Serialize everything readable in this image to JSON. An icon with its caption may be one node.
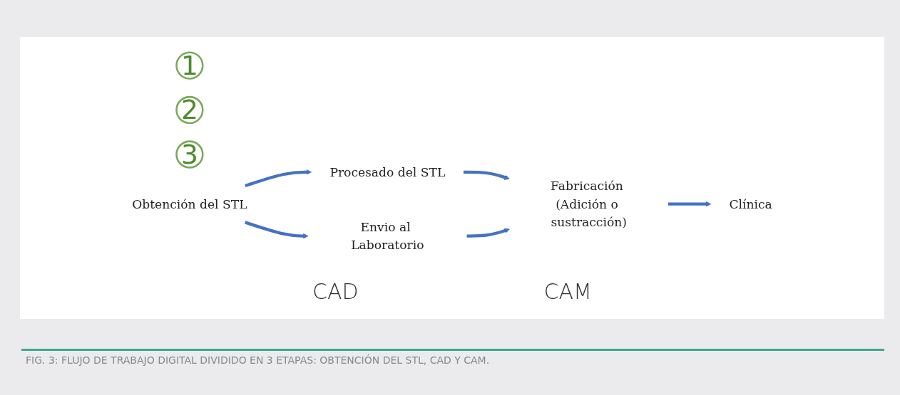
{
  "diagram": {
    "caption": "FIG. 3: FLUJO DE TRABAJO DIGITAL DIVIDIDO EN 3 ETAPAS: OBTENCIÓN DEL STL, CAD Y CAM.",
    "nodes": [
      {
        "text": [
          "1"
        ]
      },
      {
        "text": [
          "2"
        ]
      },
      {
        "text": [
          "3"
        ]
      },
      {
        "text": [
          "Obtención del STL"
        ]
      },
      {
        "text": [
          "Procesado del STL"
        ]
      },
      {
        "text": [
          "Envio al Laboratorio"
        ]
      },
      {
        "text": [
          "Fabricación (Adición o sustracción)"
        ]
      },
      {
        "text": [
          "Clínica"
        ]
      }
    ],
    "edges": [
      {
        "from": 3,
        "to": 4,
        "arrow": "to"
      },
      {
        "from": 3,
        "to": 5,
        "arrow": "to"
      },
      {
        "from": 4,
        "to": 6,
        "arrow": "to"
      },
      {
        "from": 5,
        "to": 6,
        "arrow": "to"
      },
      {
        "from": 6,
        "to": 7,
        "arrow": "to"
      }
    ],
    "labels": [
      "CAD",
      "CAM"
    ]
  }
}
